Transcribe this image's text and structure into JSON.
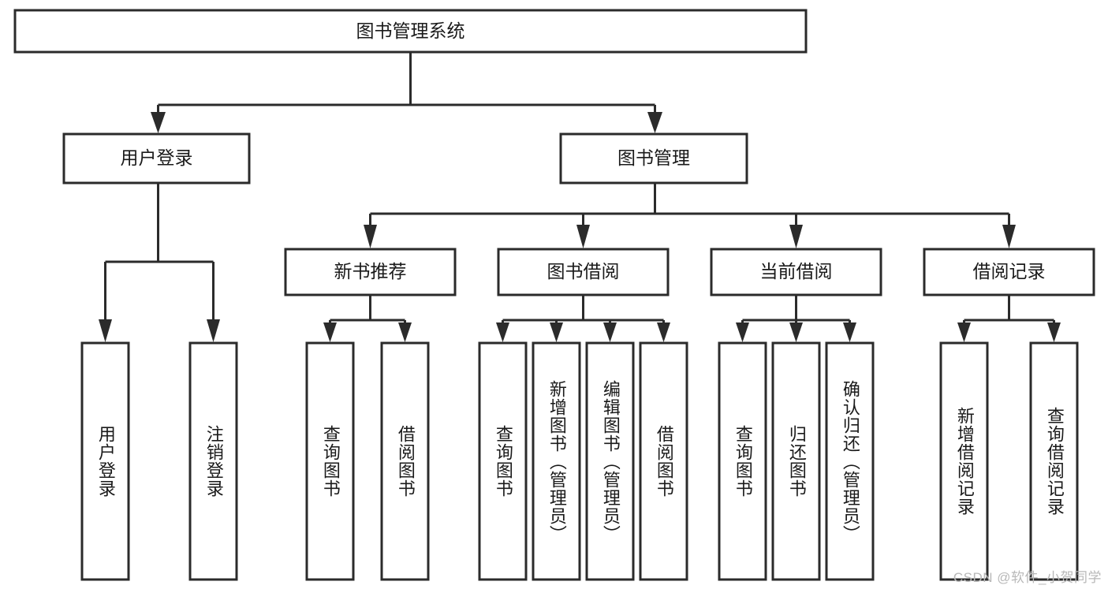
{
  "diagram": {
    "title_node": {
      "label": "图书管理系统"
    },
    "level1": [
      {
        "id": "user-login",
        "label": "用户登录"
      },
      {
        "id": "book-management",
        "label": "图书管理"
      }
    ],
    "level2": [
      {
        "id": "new-book-recommend",
        "label": "新书推荐"
      },
      {
        "id": "book-borrow",
        "label": "图书借阅"
      },
      {
        "id": "current-borrow",
        "label": "当前借阅"
      },
      {
        "id": "borrow-record",
        "label": "借阅记录"
      }
    ],
    "leaves": {
      "user_login": [
        {
          "id": "leaf-user-login",
          "label": "用户登录"
        },
        {
          "id": "leaf-user-logout",
          "label": "注销登录"
        }
      ],
      "new_book_recommend": [
        {
          "id": "leaf-query-book-1",
          "label": "查询图书"
        },
        {
          "id": "leaf-borrow-book-1",
          "label": "借阅图书"
        }
      ],
      "book_borrow": [
        {
          "id": "leaf-query-book-2",
          "label": "查询图书"
        },
        {
          "id": "leaf-add-book",
          "label": "新增图书（管理员）"
        },
        {
          "id": "leaf-edit-book",
          "label": "编辑图书（管理员）"
        },
        {
          "id": "leaf-borrow-book-2",
          "label": "借阅图书"
        }
      ],
      "current_borrow": [
        {
          "id": "leaf-query-book-3",
          "label": "查询图书"
        },
        {
          "id": "leaf-return-book",
          "label": "归还图书"
        },
        {
          "id": "leaf-confirm-return",
          "label": "确认归还（管理员）"
        }
      ],
      "borrow_record": [
        {
          "id": "leaf-add-record",
          "label": "新增借阅记录"
        },
        {
          "id": "leaf-query-record",
          "label": "查询借阅记录"
        }
      ]
    },
    "watermark": {
      "text": "CSDN @软件_小贺同学"
    },
    "colors": {
      "stroke": "#2b2b2b",
      "fill": "#ffffff",
      "text": "#1a1a1a",
      "watermark": "#b8b8b8"
    }
  }
}
